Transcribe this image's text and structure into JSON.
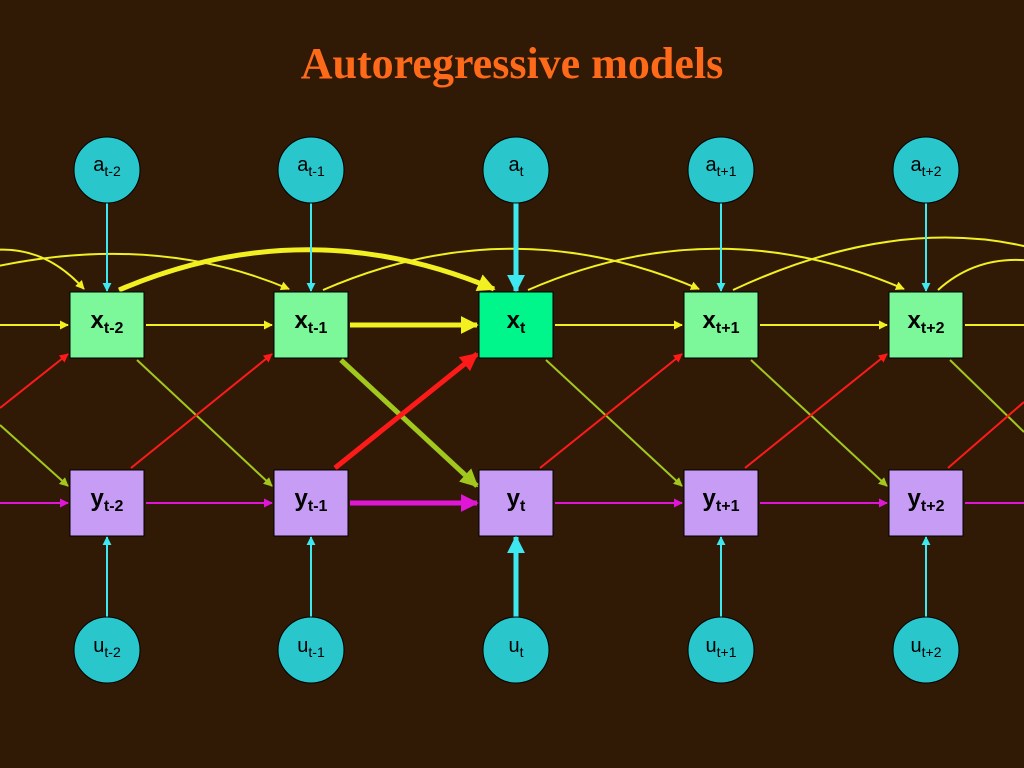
{
  "title": "Autoregressive models",
  "colors": {
    "background": "#301a05",
    "title": "#ff6a1a",
    "circle_fill": "#29c6cc",
    "x_node_fill": "#7cf79a",
    "x_node_highlight_fill": "#00f58a",
    "y_node_fill": "#c79cf5",
    "edge_a_to_x": "#3ee8f0",
    "edge_x_chain": "#f2f020",
    "edge_y_chain": "#e016d6",
    "edge_x_to_y": "#a2c81e",
    "edge_y_to_x": "#ff1a1a",
    "edge_u_to_y": "#3ee8f0"
  },
  "columns": [
    {
      "a": {
        "main": "a",
        "sub": "t-2"
      },
      "x": {
        "main": "x",
        "sub": "t-2"
      },
      "y": {
        "main": "y",
        "sub": "t-2"
      },
      "u": {
        "main": "u",
        "sub": "t-2"
      }
    },
    {
      "a": {
        "main": "a",
        "sub": "t-1"
      },
      "x": {
        "main": "x",
        "sub": "t-1"
      },
      "y": {
        "main": "y",
        "sub": "t-1"
      },
      "u": {
        "main": "u",
        "sub": "t-1"
      }
    },
    {
      "a": {
        "main": "a",
        "sub": "t"
      },
      "x": {
        "main": "x",
        "sub": "t"
      },
      "y": {
        "main": "y",
        "sub": "t"
      },
      "u": {
        "main": "u",
        "sub": "t"
      }
    },
    {
      "a": {
        "main": "a",
        "sub": "t+1"
      },
      "x": {
        "main": "x",
        "sub": "t+1"
      },
      "y": {
        "main": "y",
        "sub": "t+1"
      },
      "u": {
        "main": "u",
        "sub": "t+1"
      }
    },
    {
      "a": {
        "main": "a",
        "sub": "t+2"
      },
      "x": {
        "main": "x",
        "sub": "t+2"
      },
      "y": {
        "main": "y",
        "sub": "t+2"
      },
      "u": {
        "main": "u",
        "sub": "t+2"
      }
    }
  ],
  "highlight_column": 2
}
